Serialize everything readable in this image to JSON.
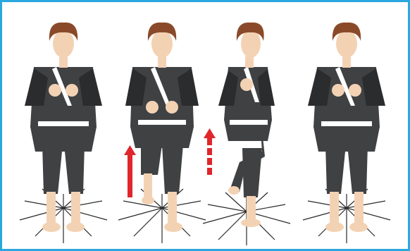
{
  "colors": {
    "border": "#2aa7df",
    "gi": "#3f4143",
    "gi_dark": "#2b2c2e",
    "skin": "#f3d2b4",
    "hair": "#8a4a2a",
    "belt": "#ffffff",
    "arrow": "#e0262b",
    "ground_lines": "#2a2a2a"
  },
  "panels": [
    {
      "pose": "standing",
      "arrow": "none"
    },
    {
      "pose": "lift-knee-start",
      "arrow": "solid-up"
    },
    {
      "pose": "knee-raised",
      "arrow": "dashed-up"
    },
    {
      "pose": "standing",
      "arrow": "none"
    }
  ]
}
